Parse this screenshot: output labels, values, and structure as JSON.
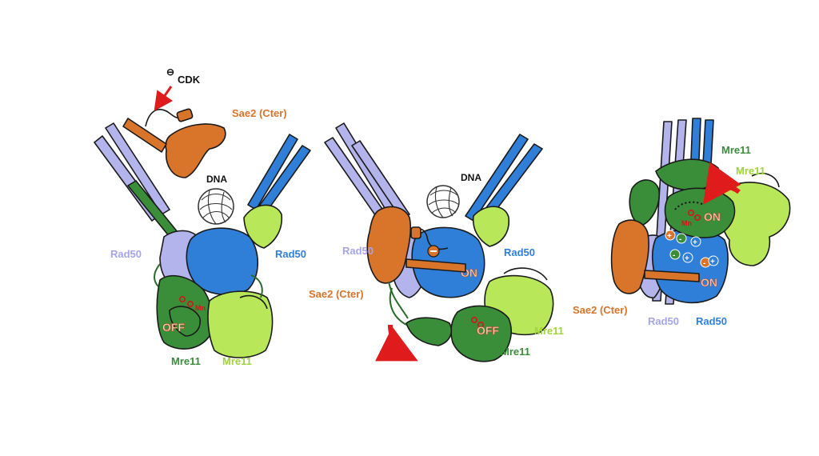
{
  "colors": {
    "rad50_light": "#b4b4ec",
    "rad50_dark": "#2f7fd8",
    "mre11_dark": "#3a8e3a",
    "mre11_light": "#b8e85a",
    "sae2": "#d9742b",
    "arrow_red": "#e01b1b",
    "dna": "#ffffff",
    "active_site": "#d01818"
  },
  "panel1": {
    "cdk": "CDK",
    "phospho": "⊖",
    "sae2": "Sae2 (Cter)",
    "dna": "DNA",
    "rad50_left": "Rad50",
    "rad50_right": "Rad50",
    "state": "OFF",
    "mn": "Mn",
    "mre11_left": "Mre11",
    "mre11_right": "Mre11"
  },
  "panel2": {
    "dna": "DNA",
    "rad50_left": "Rad50",
    "rad50_right": "Rad50",
    "sae2": "Sae2 (Cter)",
    "state_on": "ON",
    "state_off": "OFF",
    "mre11_light": "Mre11",
    "mre11_dark": "Mre11"
  },
  "panel3": {
    "mre11_dark": "Mre11",
    "mre11_light": "Mre11",
    "state_top": "ON",
    "mn": "Mn",
    "state_bottom": "ON",
    "sae2": "Sae2 (Cter)",
    "rad50_left": "Rad50",
    "rad50_right": "Rad50"
  }
}
